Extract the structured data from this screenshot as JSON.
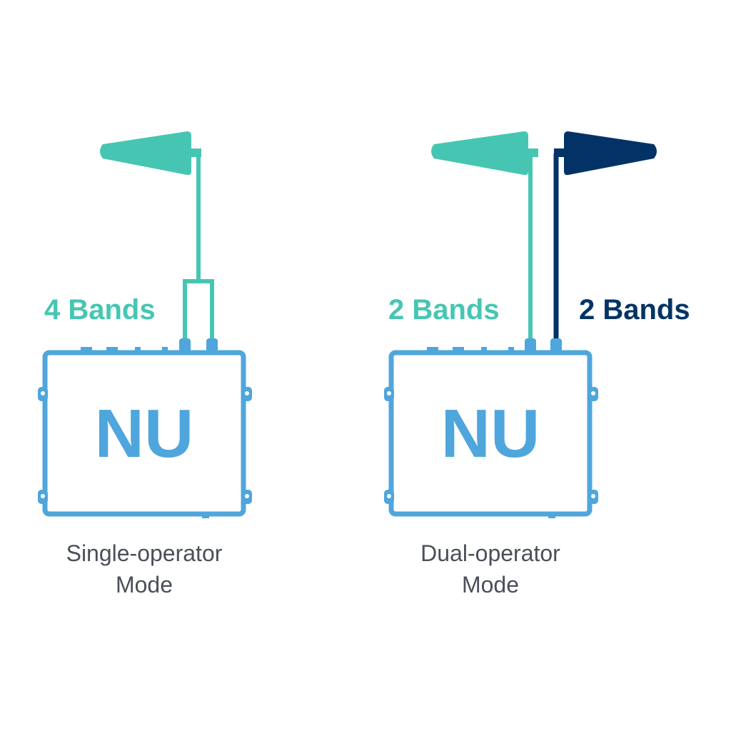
{
  "colors": {
    "teal": "#46c6b2",
    "navy": "#033366",
    "unit_blue": "#4fa6dc",
    "caption_gray": "#4a4f59"
  },
  "single": {
    "bands_label": "4 Bands",
    "unit_label": "NU",
    "caption_line1": "Single-operator",
    "caption_line2": "Mode"
  },
  "dual": {
    "bands_label_a": "2 Bands",
    "bands_label_b": "2 Bands",
    "unit_label": "NU",
    "caption_line1": "Dual-operator",
    "caption_line2": "Mode"
  }
}
